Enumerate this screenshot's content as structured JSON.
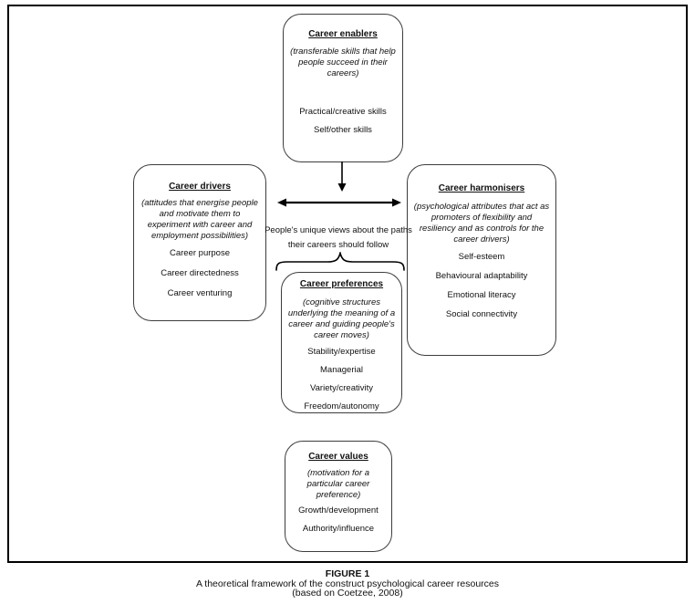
{
  "colors": {
    "ink": "#000000",
    "box_border": "#3d3d3d",
    "background": "#ffffff"
  },
  "icons": {
    "down_arrow": "↓",
    "left_right_arrow": "↔",
    "brace_up": "⏞"
  },
  "center_note": {
    "line1": "People's unique views about the paths",
    "line2": "their careers should follow"
  },
  "boxes": {
    "enablers": {
      "title": "Career enablers",
      "description": "(transferable skills that help people succeed in their careers)",
      "items": [
        "Practical/creative skills",
        "Self/other skills"
      ]
    },
    "drivers": {
      "title": "Career drivers",
      "description": "(attitudes that energise people and motivate them to experiment with career and employment possibilities)",
      "items": [
        "Career purpose",
        "Career directedness",
        "Career venturing"
      ]
    },
    "harmonisers": {
      "title": "Career harmonisers",
      "description": "(psychological attributes that act as promoters of flexibility and resiliency and as controls for the career drivers)",
      "items": [
        "Self-esteem",
        "Behavioural adaptability",
        "Emotional literacy",
        "Social connectivity"
      ]
    },
    "preferences": {
      "title": "Career preferences",
      "description": "(cognitive structures underlying the meaning of a career and guiding people's career moves)",
      "items": [
        "Stability/expertise",
        "Managerial",
        "Variety/creativity",
        "Freedom/autonomy"
      ]
    },
    "values": {
      "title": "Career values",
      "description": "(motivation for a particular career preference)",
      "items": [
        "Growth/development",
        "Authority/influence"
      ]
    }
  },
  "caption": {
    "label": "FIGURE 1",
    "title": "A theoretical framework of the construct psychological career resources",
    "source": "(based on Coetzee, 2008)"
  }
}
